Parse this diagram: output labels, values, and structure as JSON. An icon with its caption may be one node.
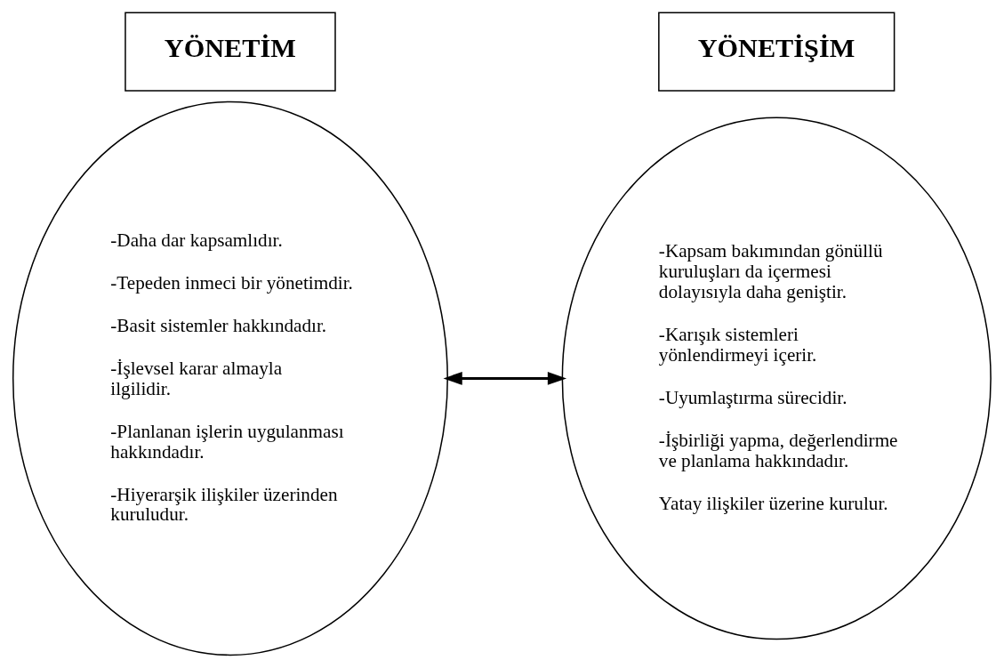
{
  "diagram": {
    "nodes": [
      {
        "text": [
          "YÖNETİM"
        ]
      },
      {
        "text": [
          "YÖNETİŞİM"
        ]
      },
      {
        "text": [
          "-Daha dar kapsamlıdır.",
          "-Tepeden inmeci bir yönetimdir.",
          "-Basit sistemler hakkındadır.",
          "-İşlevsel karar almayla ilgilidir.",
          "-Planlanan işlerin uygulanması hakkındadır.",
          "-Hiyerarşik ilişkiler üzerinden kuruludur."
        ]
      },
      {
        "text": [
          "-Kapsam bakımından gönüllü kuruluşları da içermesi dolayısıyla daha geniştir.",
          "-Karışık sistemleri yönlendirmeyi içerir.",
          "-Uyumlaştırma sürecidir.",
          "-İşbirliği yapma, değerlendirme ve planlama hakkındadır.",
          "Yatay ilişkiler üzerine kurulur."
        ]
      }
    ],
    "edges": [
      {
        "from": 2,
        "to": 3,
        "arrow": "both"
      }
    ]
  }
}
